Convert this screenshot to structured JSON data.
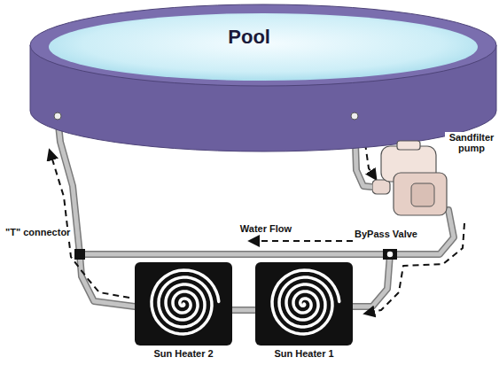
{
  "diagram": {
    "nodes": [
      {
        "text": [
          "Pool"
        ]
      },
      {
        "text": [
          "Sandfilter pump"
        ]
      },
      {
        "text": [
          "Sun Heater 1"
        ]
      },
      {
        "text": [
          "Sun Heater 2"
        ]
      }
    ],
    "edges": [
      {
        "from": 0,
        "to": 1,
        "arrow": "to"
      },
      {
        "from": 1,
        "to": 2,
        "arrow": "to"
      },
      {
        "from": 2,
        "to": 3,
        "arrow": "none"
      },
      {
        "from": 3,
        "to": 0,
        "arrow": "to"
      }
    ],
    "labels": [
      "Water Flow",
      "ByPass Valve",
      "\"T\" connector"
    ]
  }
}
